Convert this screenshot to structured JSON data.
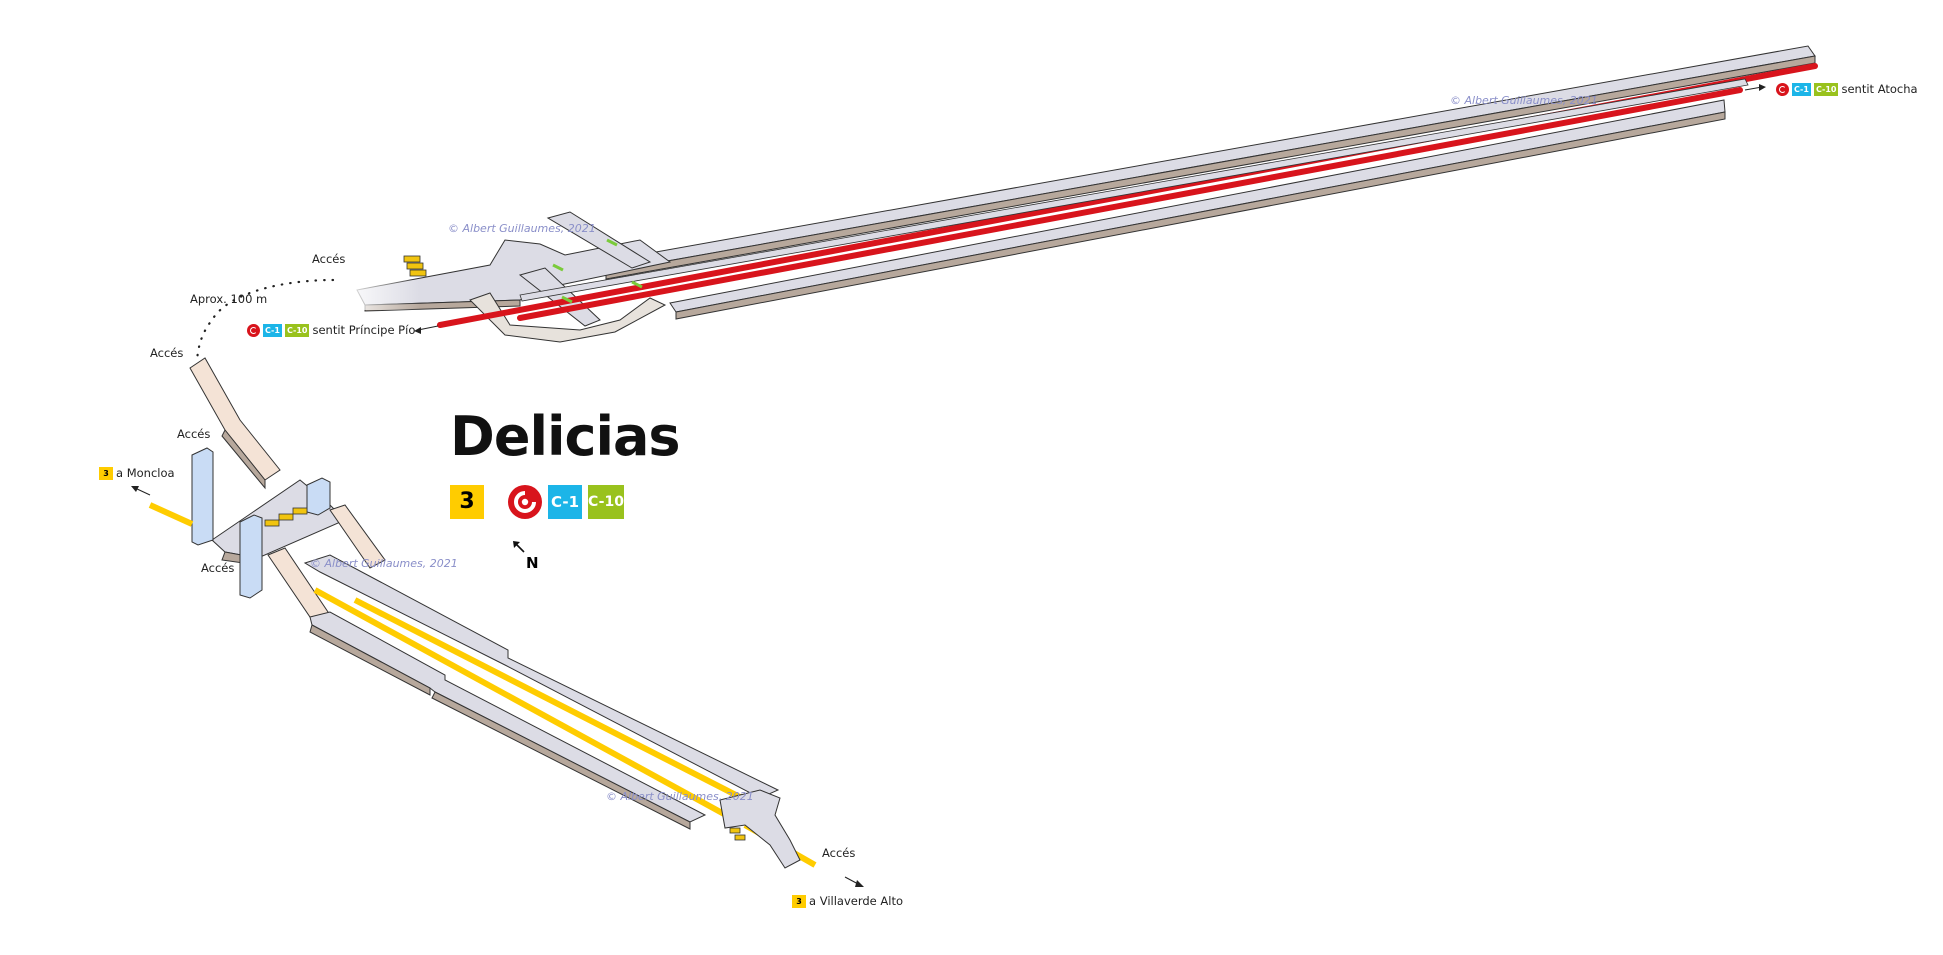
{
  "station": {
    "name": "Delicias"
  },
  "legend": {
    "metro_line": "3",
    "cercanias_lines": [
      "C-1",
      "C-10"
    ],
    "renfe_icon": "cercanias-logo-icon",
    "north": "N"
  },
  "renfe_labels": {
    "west": {
      "lines": [
        "C-1",
        "C-10"
      ],
      "text": "sentit Príncipe Pío"
    },
    "east": {
      "lines": [
        "C-1",
        "C-10"
      ],
      "text": "sentit Atocha"
    }
  },
  "metro_labels": {
    "north": {
      "line": "3",
      "text": "a Moncloa"
    },
    "south": {
      "line": "3",
      "text": "a Villaverde Alto"
    }
  },
  "access_labels": [
    "Accés",
    "Accés",
    "Accés",
    "Accés",
    "Accés"
  ],
  "distance_note": "Aprox. 100 m",
  "watermark": "© Albert Guillaumes, 2021",
  "colors": {
    "cercanias_track": "#d8141c",
    "metro_track": "#ffcc00",
    "c1": "#1cb5e8",
    "c10": "#99c21d",
    "platform_top": "#dadae3",
    "platform_side": "#b6a79b",
    "stairs": "#f4e3d6",
    "elevator": "#c9dcf5"
  }
}
